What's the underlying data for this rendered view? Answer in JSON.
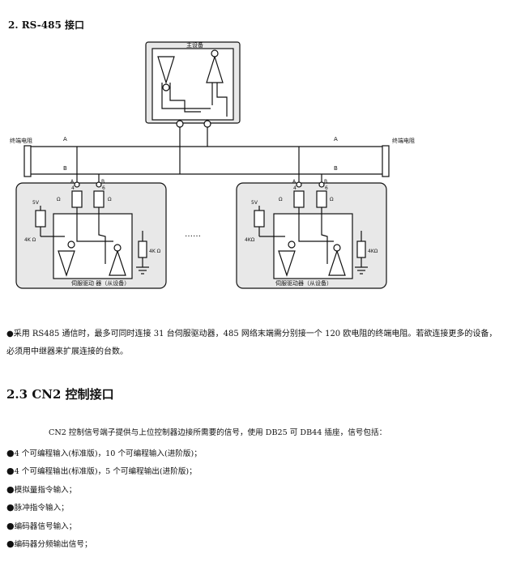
{
  "section_rs485": {
    "heading": "2. RS-485 接口",
    "diagram": {
      "master_label": "主设备",
      "line_a": "A",
      "line_b": "B",
      "terminator_left": "终端电阻",
      "terminator_right": "终端电阻",
      "slave1": {
        "pin_a": "4",
        "pin_b": "6",
        "res1": "Ω",
        "res2": "Ω",
        "supply": "5V",
        "pull_res": "4K Ω",
        "right_res": "4K Ω",
        "caption": "伺服驱动 器（从设备）"
      },
      "slave2": {
        "pin_a": "4",
        "pin_b": "6",
        "res1": "Ω",
        "res2": "Ω",
        "supply": "5V",
        "pull_res": "4KΩ",
        "right_res": "4KΩ",
        "caption": "伺服驱动器（从设备）"
      },
      "ellipsis": "……"
    },
    "note": "●采用 RS485 通信时，最多可同时连接 31 台伺服驱动器，485 网络末端需分别接一个 120 欧电阻的终端电阻。若欲连接更多的设备，必须用中继器来扩展连接的台数。"
  },
  "section_cn2": {
    "heading": "2.3 CN2 控制接口",
    "intro": "CN2 控制信号端子提供与上位控制器边接所需要的信号，使用 DB25 可 DB44 插座，信号包括：",
    "bullets": [
      "4 个可编程输入(标准版)，10 个可编程输入(进阶版)；",
      "4 个可编程输出(标准版)，5 个可编程输出(进阶版)；",
      "模拟量指令输入；",
      "脉冲指令输入；",
      "编码器信号输入；",
      "编码器分频输出信号；"
    ]
  },
  "bullet_symbol": "●",
  "colors": {
    "panel_fill": "#e8e8e8",
    "line": "#111111"
  }
}
